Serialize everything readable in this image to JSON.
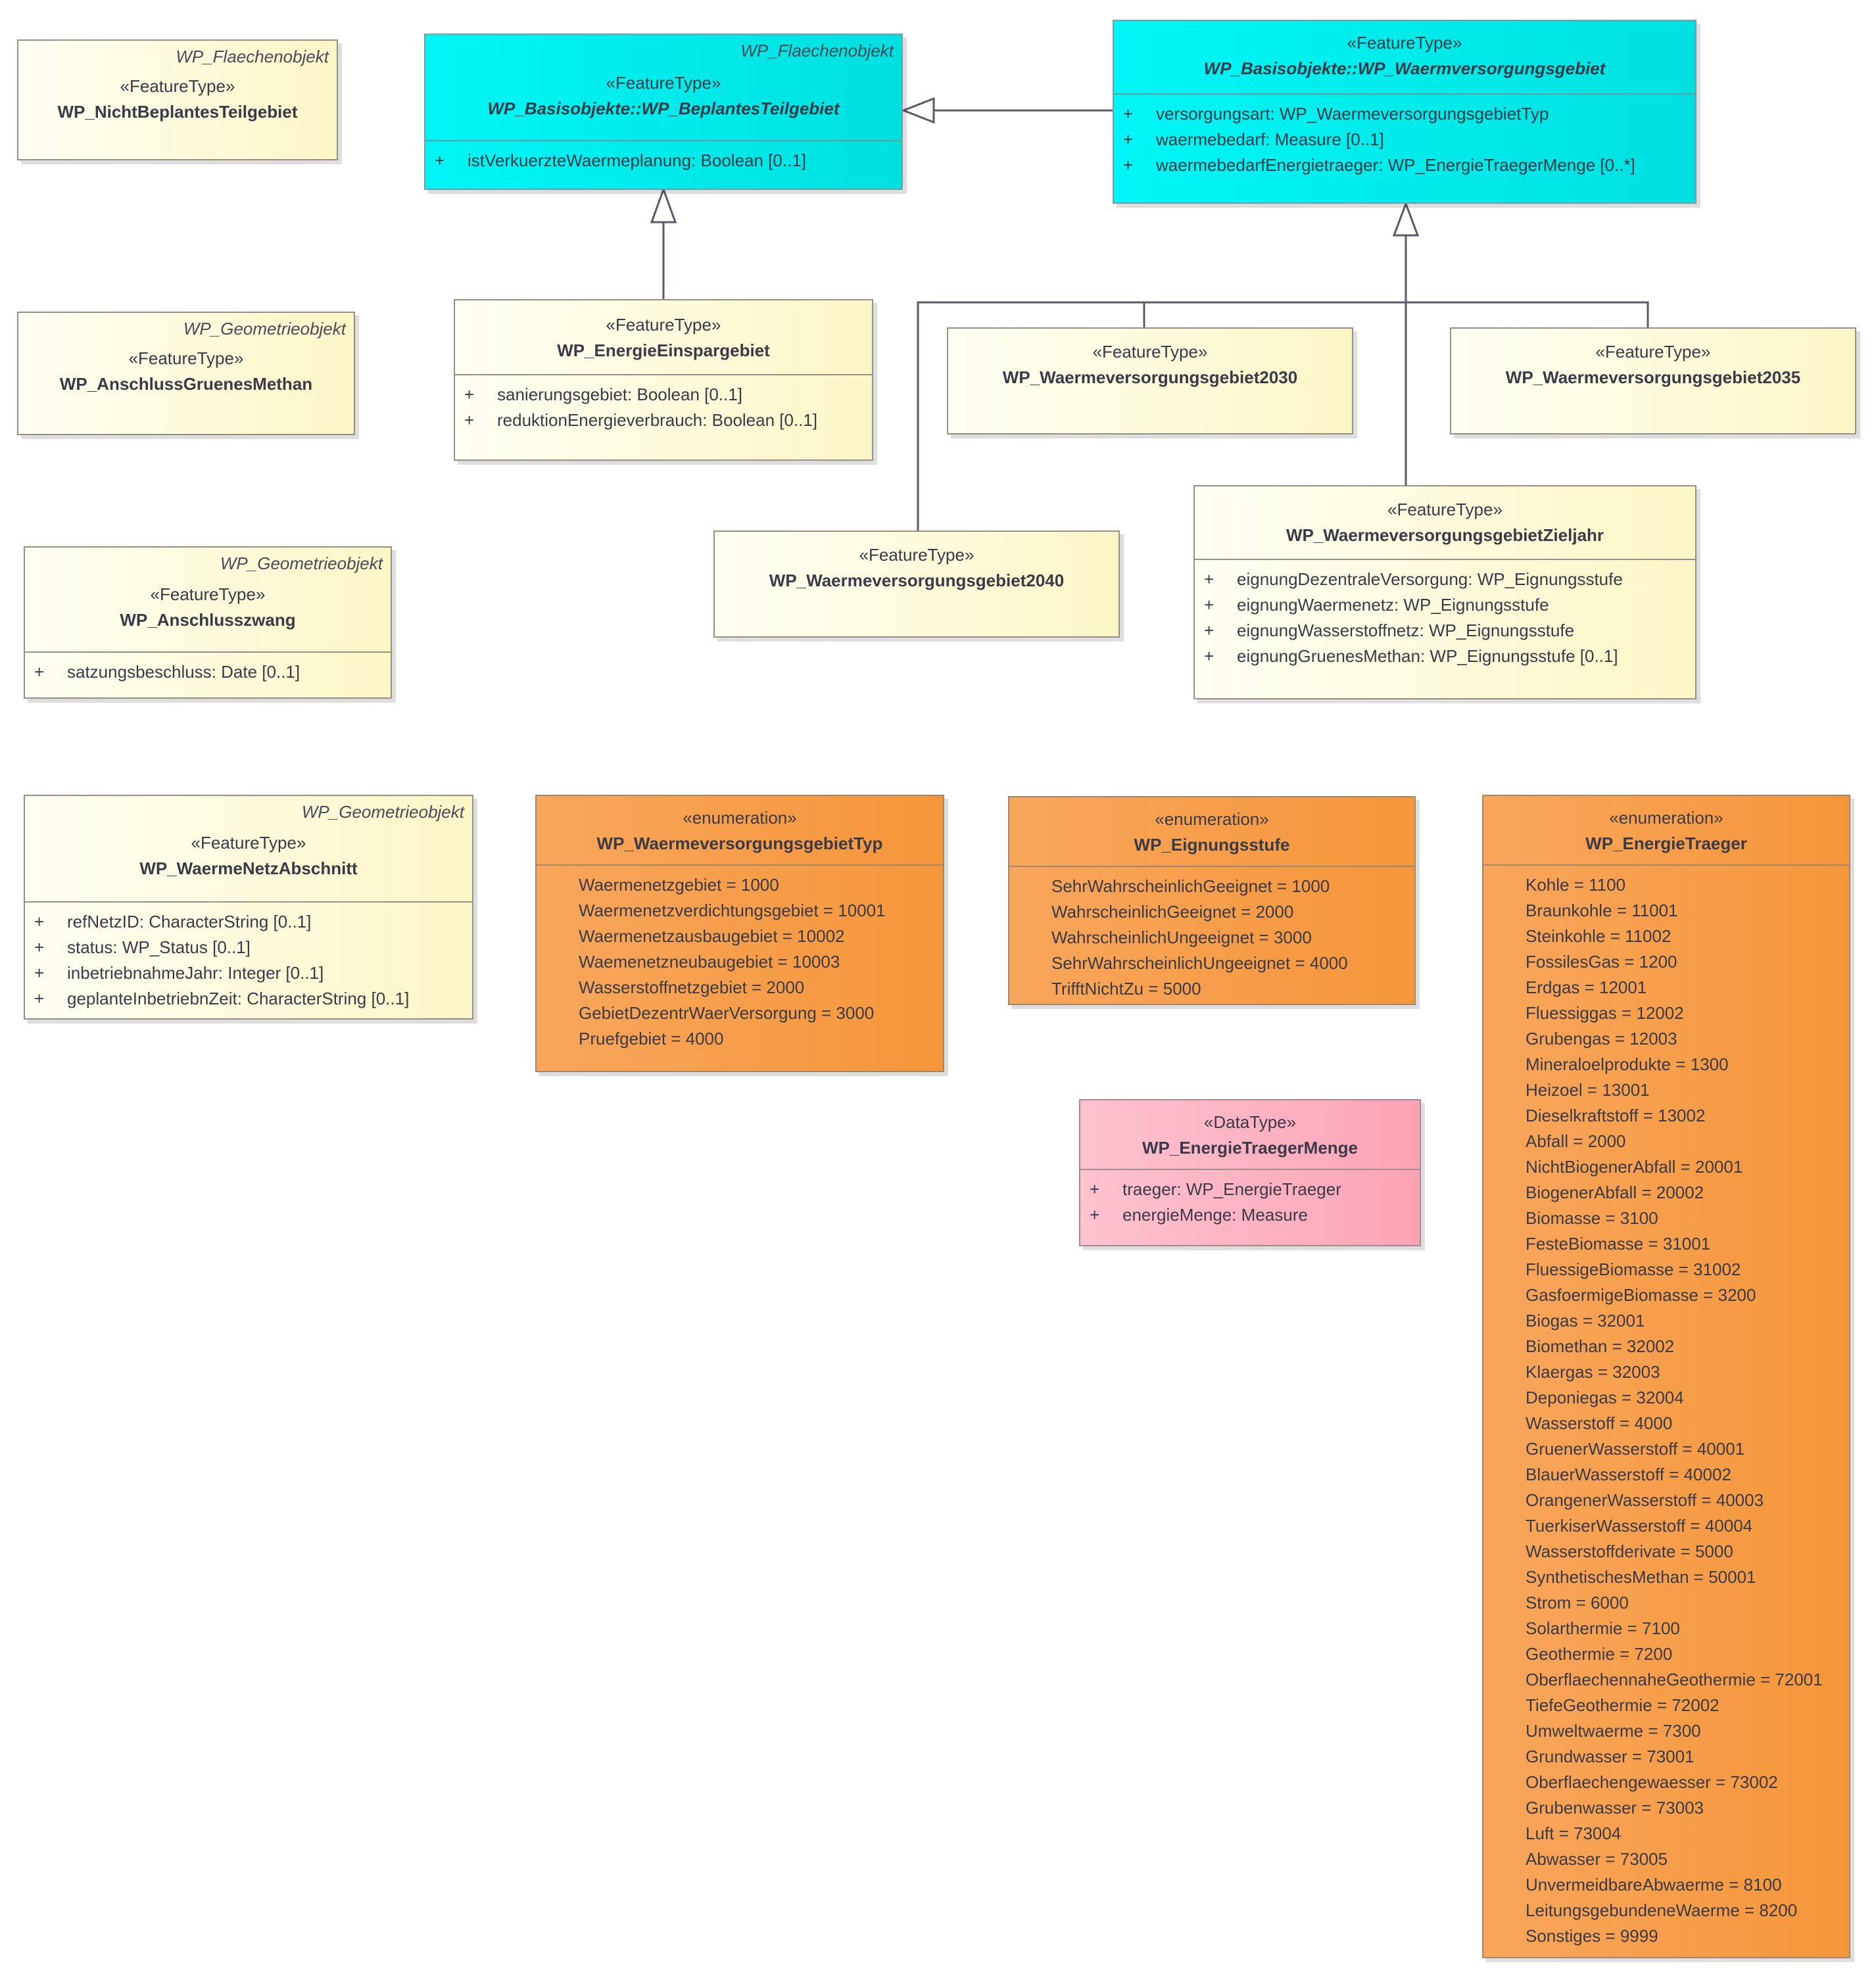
{
  "colors": {
    "feature_type": "#fbf6c6",
    "abstract_type": "#00eded",
    "enumeration": "#f7a04a",
    "data_type": "#fdb3c3",
    "line": "#5a5a6a"
  },
  "nicht_beplantes": {
    "tag": "WP_Flaechenobjekt",
    "stereotype": "«FeatureType»",
    "name": "WP_NichtBeplantesTeilgebiet"
  },
  "beplantes": {
    "tag": "WP_Flaechenobjekt",
    "stereotype": "«FeatureType»",
    "name": "WP_Basisobjekte::WP_BeplantesTeilgebiet",
    "attrs": [
      {
        "vis": "+",
        "text": "istVerkuerzteWaermeplanung: Boolean [0..1]"
      }
    ]
  },
  "waermversorgungsgebiet": {
    "stereotype": "«FeatureType»",
    "name": "WP_Basisobjekte::WP_Waermversorgungsgebiet",
    "attrs": [
      {
        "vis": "+",
        "text": "versorgungsart: WP_WaermeversorgungsgebietTyp"
      },
      {
        "vis": "+",
        "text": "waermebedarf: Measure [0..1]"
      },
      {
        "vis": "+",
        "text": "waermebedarfEnergietraeger: WP_EnergieTraegerMenge [0..*]"
      }
    ]
  },
  "anschluss_methan": {
    "tag": "WP_Geometrieobjekt",
    "stereotype": "«FeatureType»",
    "name": "WP_AnschlussGruenesMethan"
  },
  "energie_einspargebiet": {
    "stereotype": "«FeatureType»",
    "name": "WP_EnergieEinspargebiet",
    "attrs": [
      {
        "vis": "+",
        "text": "sanierungsgebiet: Boolean [0..1]"
      },
      {
        "vis": "+",
        "text": "reduktionEnergieverbrauch: Boolean [0..1]"
      }
    ]
  },
  "wvg2030": {
    "stereotype": "«FeatureType»",
    "name": "WP_Waermeversorgungsgebiet2030"
  },
  "wvg2035": {
    "stereotype": "«FeatureType»",
    "name": "WP_Waermeversorgungsgebiet2035"
  },
  "anschlusszwang": {
    "tag": "WP_Geometrieobjekt",
    "stereotype": "«FeatureType»",
    "name": "WP_Anschlusszwang",
    "attrs": [
      {
        "vis": "+",
        "text": "satzungsbeschluss: Date [0..1]"
      }
    ]
  },
  "wvg2040": {
    "stereotype": "«FeatureType»",
    "name": "WP_Waermeversorgungsgebiet2040"
  },
  "wvg_zieljahr": {
    "stereotype": "«FeatureType»",
    "name": "WP_WaermeversorgungsgebietZieljahr",
    "attrs": [
      {
        "vis": "+",
        "text": "eignungDezentraleVersorgung: WP_Eignungsstufe"
      },
      {
        "vis": "+",
        "text": "eignungWaermenetz: WP_Eignungsstufe"
      },
      {
        "vis": "+",
        "text": "eignungWasserstoffnetz: WP_Eignungsstufe"
      },
      {
        "vis": "+",
        "text": "eignungGruenesMethan: WP_Eignungsstufe [0..1]"
      }
    ]
  },
  "waermenetz_abschnitt": {
    "tag": "WP_Geometrieobjekt",
    "stereotype": "«FeatureType»",
    "name": "WP_WaermeNetzAbschnitt",
    "attrs": [
      {
        "vis": "+",
        "text": "refNetzID: CharacterString [0..1]"
      },
      {
        "vis": "+",
        "text": "status: WP_Status [0..1]"
      },
      {
        "vis": "+",
        "text": "inbetriebnahmeJahr: Integer [0..1]"
      },
      {
        "vis": "+",
        "text": "geplanteInbetriebnZeit: CharacterString [0..1]"
      }
    ]
  },
  "enum_wvg_typ": {
    "stereotype": "«enumeration»",
    "name": "WP_WaermeversorgungsgebietTyp",
    "literals": [
      "Waermenetzgebiet = 1000",
      "Waermenetzverdichtungsgebiet = 10001",
      "Waermenetzausbaugebiet = 10002",
      "Waemenetzneubaugebiet = 10003",
      "Wasserstoffnetzgebiet = 2000",
      "GebietDezentrWaerVersorgung = 3000",
      "Pruefgebiet = 4000"
    ]
  },
  "enum_eignung": {
    "stereotype": "«enumeration»",
    "name": "WP_Eignungsstufe",
    "literals": [
      "SehrWahrscheinlichGeeignet = 1000",
      "WahrscheinlichGeeignet = 2000",
      "WahrscheinlichUngeeignet = 3000",
      "SehrWahrscheinlichUngeeignet = 4000",
      "TrifftNichtZu = 5000"
    ]
  },
  "dt_menge": {
    "stereotype": "«DataType»",
    "name": "WP_EnergieTraegerMenge",
    "attrs": [
      {
        "vis": "+",
        "text": "traeger: WP_EnergieTraeger"
      },
      {
        "vis": "+",
        "text": "energieMenge: Measure"
      }
    ]
  },
  "enum_traeger": {
    "stereotype": "«enumeration»",
    "name": "WP_EnergieTraeger",
    "literals": [
      "Kohle = 1100",
      "Braunkohle = 11001",
      "Steinkohle = 11002",
      "FossilesGas = 1200",
      "Erdgas = 12001",
      "Fluessiggas = 12002",
      "Grubengas = 12003",
      "Mineraloelprodukte = 1300",
      "Heizoel = 13001",
      "Dieselkraftstoff = 13002",
      "Abfall = 2000",
      "NichtBiogenerAbfall = 20001",
      "BiogenerAbfall = 20002",
      "Biomasse = 3100",
      "FesteBiomasse = 31001",
      "FluessigeBiomasse = 31002",
      "GasfoermigeBiomasse = 3200",
      "Biogas = 32001",
      "Biomethan = 32002",
      "Klaergas = 32003",
      "Deponiegas = 32004",
      "Wasserstoff = 4000",
      "GruenerWasserstoff = 40001",
      "BlauerWasserstoff = 40002",
      "OrangenerWasserstoff = 40003",
      "TuerkiserWasserstoff = 40004",
      "Wasserstoffderivate = 5000",
      "SynthetischesMethan = 50001",
      "Strom = 6000",
      "Solarthermie = 7100",
      "Geothermie = 7200",
      "OberflaechennaheGeothermie = 72001",
      "TiefeGeothermie = 72002",
      "Umweltwaerme = 7300",
      "Grundwasser = 73001",
      "Oberflaechengewaesser = 73002",
      "Grubenwasser = 73003",
      "Luft = 73004",
      "Abwasser = 73005",
      "UnvermeidbareAbwaerme = 8100",
      "LeitungsgebundeneWaerme = 8200",
      "Sonstiges = 9999"
    ]
  }
}
